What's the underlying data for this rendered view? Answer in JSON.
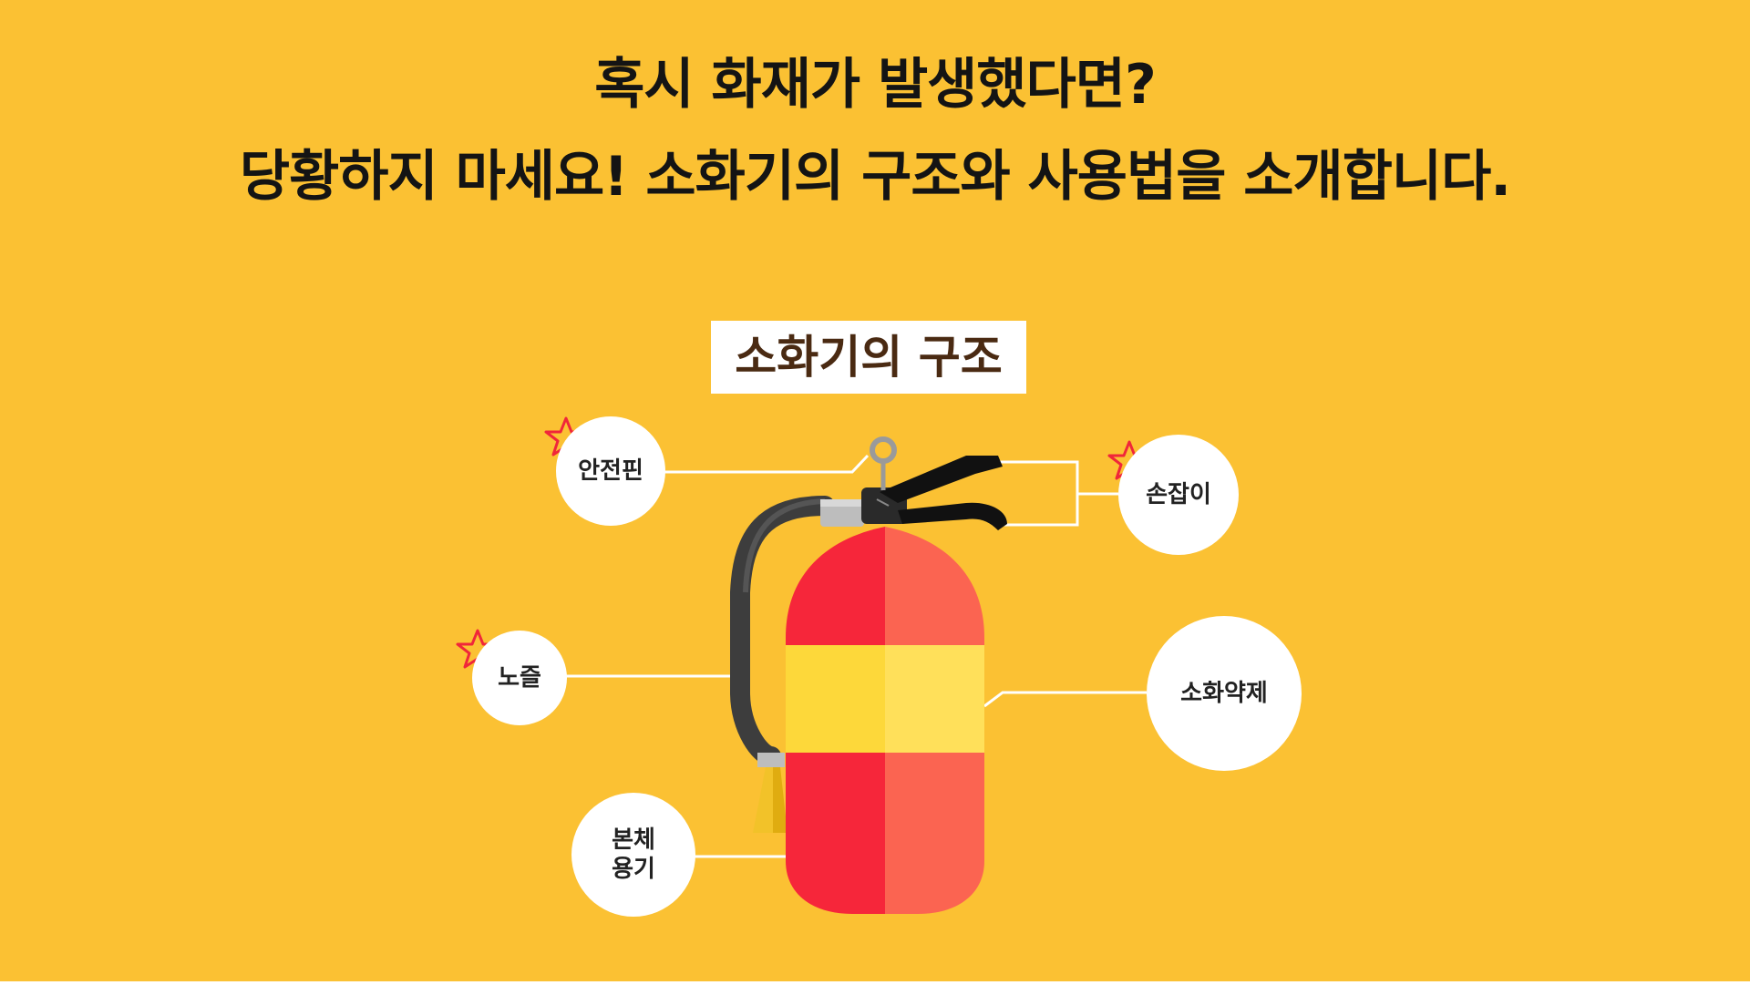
{
  "headline": {
    "line1": "혹시 화재가 발생했다면?",
    "line2": "당황하지 마세요! 소화기의 구조와 사용법을 소개합니다."
  },
  "section_title": "소화기의 구조",
  "parts": {
    "safety_pin": "안전핀",
    "handle": "손잡이",
    "nozzle": "노즐",
    "agent": "소화약제",
    "body": "본체\n용기"
  },
  "colors": {
    "background": "#FBC133",
    "cylinder_left": "#F6263A",
    "cylinder_right": "#FB6451",
    "band_left": "#FDD83A",
    "band_right": "#FFE05A",
    "star": "#F0263A"
  }
}
